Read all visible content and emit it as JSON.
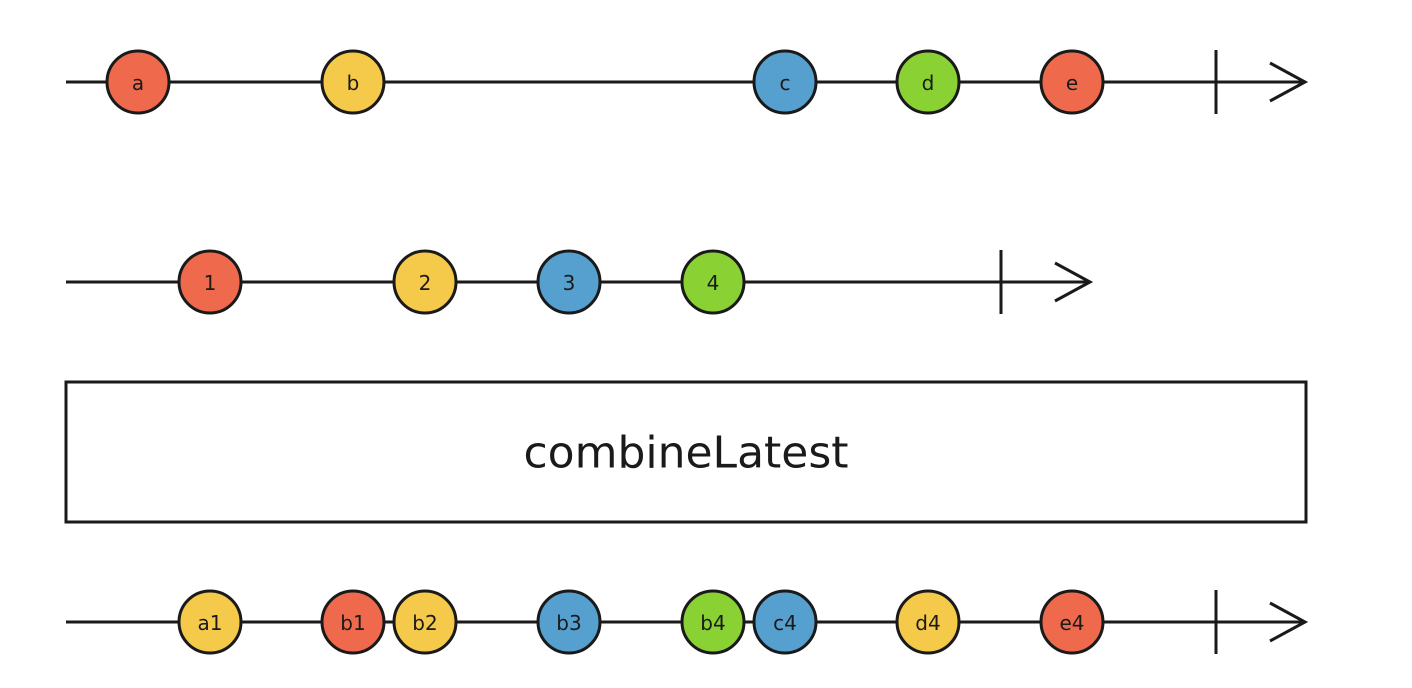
{
  "colors": {
    "red": "#ef6a4d",
    "yellow": "#f5c94a",
    "blue": "#56a0d0",
    "green": "#8ad234",
    "stroke": "#1a1a1a",
    "background": "#ffffff"
  },
  "input_streams": [
    {
      "marbles": [
        {
          "label": "a",
          "color": "red"
        },
        {
          "label": "b",
          "color": "yellow"
        },
        {
          "label": "c",
          "color": "blue"
        },
        {
          "label": "d",
          "color": "green"
        },
        {
          "label": "e",
          "color": "red"
        }
      ]
    },
    {
      "marbles": [
        {
          "label": "1",
          "color": "red"
        },
        {
          "label": "2",
          "color": "yellow"
        },
        {
          "label": "3",
          "color": "blue"
        },
        {
          "label": "4",
          "color": "green"
        }
      ]
    }
  ],
  "operator": {
    "label": "combineLatest"
  },
  "output_stream": {
    "marbles": [
      {
        "label": "a1",
        "color": "yellow"
      },
      {
        "label": "b1",
        "color": "red"
      },
      {
        "label": "b2",
        "color": "yellow"
      },
      {
        "label": "b3",
        "color": "blue"
      },
      {
        "label": "b4",
        "color": "green"
      },
      {
        "label": "c4",
        "color": "blue"
      },
      {
        "label": "d4",
        "color": "yellow"
      },
      {
        "label": "e4",
        "color": "red"
      }
    ]
  }
}
